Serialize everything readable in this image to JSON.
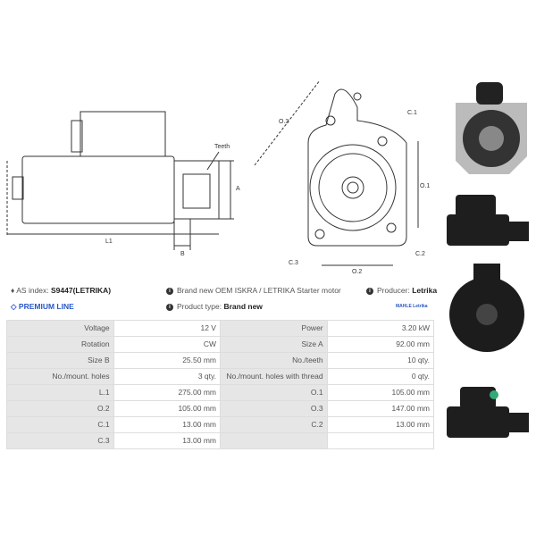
{
  "drawing_labels": {
    "teeth": "Teeth",
    "a": "A",
    "b": "B",
    "l1": "L1",
    "o1": "O.1",
    "o2": "O.2",
    "o3": "O.3",
    "c1": "C.1",
    "c2": "C.2",
    "c3": "C.3"
  },
  "info": {
    "as_index_label": "AS index:",
    "as_index_value": "S9447(LETRIKA)",
    "description": "Brand new OEM ISKRA / LETRIKA Starter motor",
    "producer_label": "Producer:",
    "producer_value": "Letrika",
    "premium": "PREMIUM LINE",
    "product_type_label": "Product type:",
    "product_type_value": "Brand new",
    "brand_logo": "MAHLE Letrika"
  },
  "specs": [
    [
      "Voltage",
      "12 V",
      "Power",
      "3.20 kW"
    ],
    [
      "Rotation",
      "CW",
      "Size A",
      "92.00 mm"
    ],
    [
      "Size B",
      "25.50 mm",
      "No./teeth",
      "10 qty."
    ],
    [
      "No./mount. holes",
      "3 qty.",
      "No./mount. holes with thread",
      "0 qty."
    ],
    [
      "L.1",
      "275.00 mm",
      "O.1",
      "105.00 mm"
    ],
    [
      "O.2",
      "105.00 mm",
      "O.3",
      "147.00 mm"
    ],
    [
      "C.1",
      "13.00 mm",
      "C.2",
      "13.00 mm"
    ],
    [
      "C.3",
      "13.00 mm",
      "",
      ""
    ]
  ]
}
